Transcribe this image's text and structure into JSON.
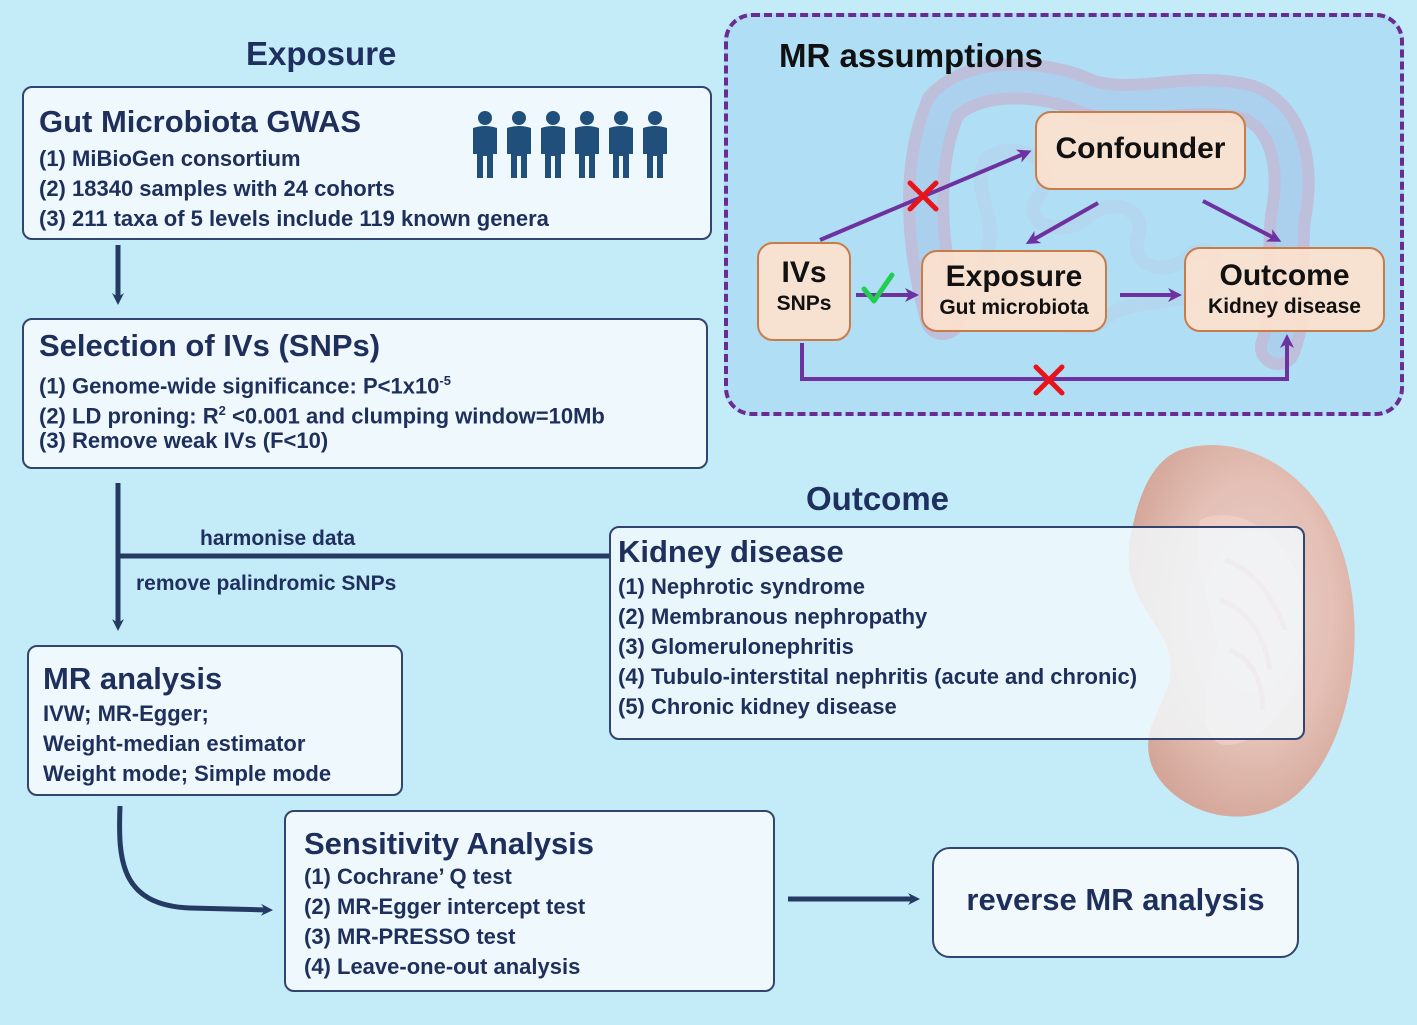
{
  "exposure_title": "Exposure",
  "outcome_title": "Outcome",
  "gwas": {
    "title": "Gut Microbiota GWAS",
    "lines": [
      "(1) MiBioGen consortium",
      "(2) 18340 samples with 24 cohorts",
      "(3) 211 taxa of 5 levels include 119 known genera"
    ]
  },
  "selection": {
    "title": "Selection of IVs (SNPs)",
    "line1_prefix": "(1) Genome-wide significance: P<1x10",
    "line1_sup": "-5",
    "line2_prefix": "(2) LD proning: R",
    "line2_sup": "2",
    "line2_suffix": " <0.001 and clumping window=10Mb",
    "line3": "(3) Remove weak IVs (F<10)"
  },
  "harmonise_label": "harmonise data",
  "palindromic_label": "remove palindromic SNPs",
  "mr_analysis": {
    "title": "MR analysis",
    "lines": [
      "IVW; MR-Egger;",
      "Weight-median estimator",
      "Weight mode; Simple mode"
    ]
  },
  "kidney": {
    "title": "Kidney disease",
    "lines": [
      "(1) Nephrotic syndrome",
      "(2) Membranous nephropathy",
      "(3) Glomerulonephritis",
      "(4) Tubulo-interstital nephritis (acute and chronic)",
      "(5) Chronic kidney disease"
    ]
  },
  "sensitivity": {
    "title": "Sensitivity Analysis",
    "lines": [
      "(1)  Cochrane’ Q test",
      "(2)  MR-Egger intercept test",
      "(3)  MR-PRESSO test",
      "(4)  Leave-one-out analysis"
    ]
  },
  "reverse": "reverse MR analysis",
  "assumptions": {
    "title": "MR assumptions",
    "confounder": "Confounder",
    "ivs_title": "IVs",
    "ivs_sub": "SNPs",
    "exposure_title": "Exposure",
    "exposure_sub": "Gut microbiota",
    "outcome_title": "Outcome",
    "outcome_sub": "Kidney disease"
  },
  "colors": {
    "background": "#c4ecf8",
    "arrow_dark": "#243a63",
    "arrow_purple": "#6e32a0",
    "cross_red": "#e8141c",
    "check_green": "#22cc55",
    "node_fill": "#fde1cd",
    "node_border": "#c87c49"
  },
  "icons": [
    "people-icon",
    "kidney-illustration",
    "intestine-illustration"
  ]
}
